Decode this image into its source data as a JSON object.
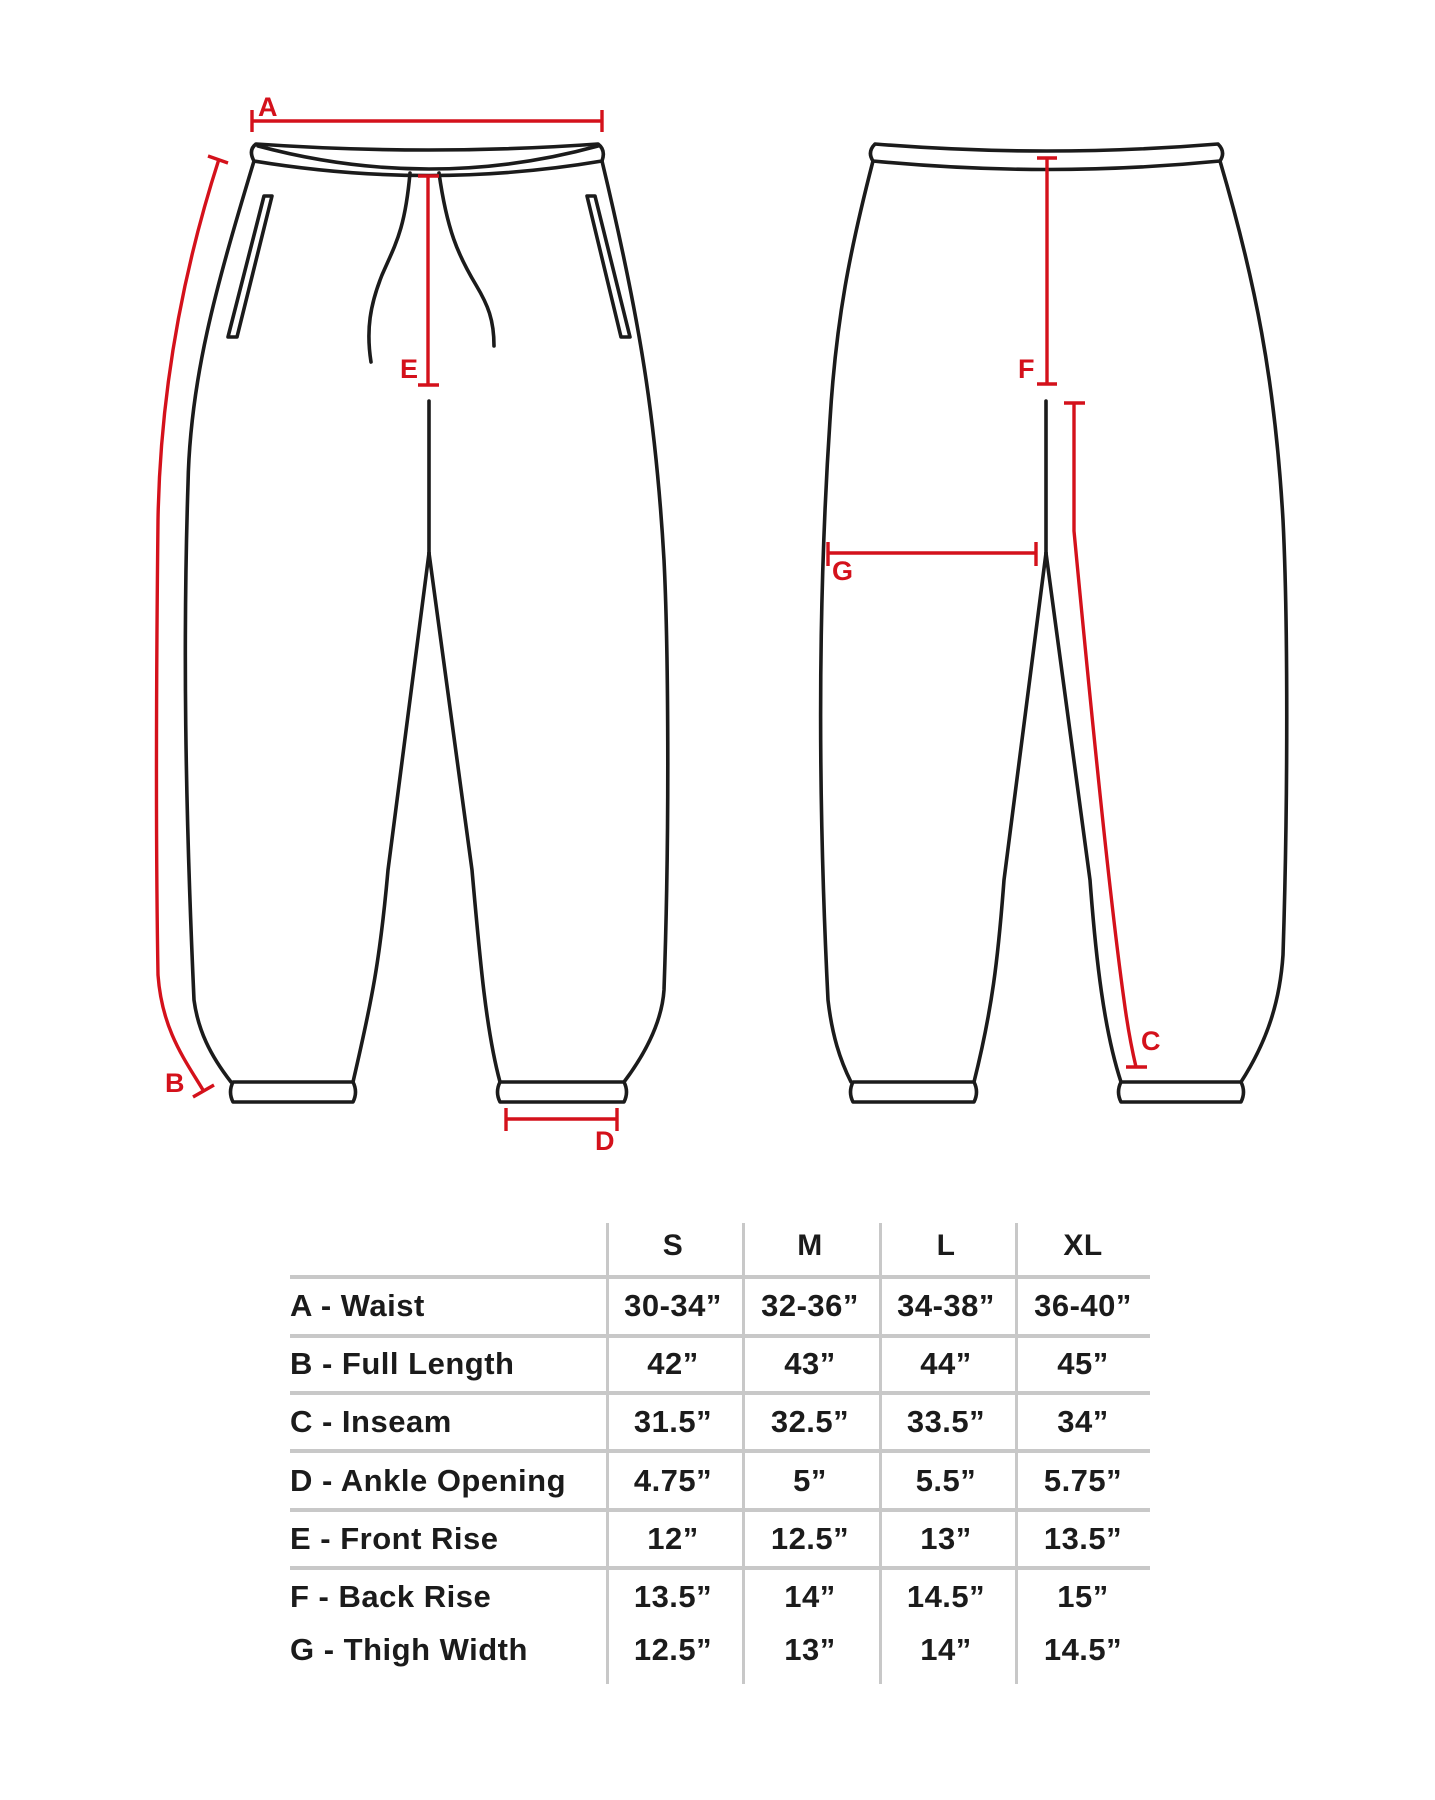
{
  "diagram": {
    "measure_color": "#d4111b",
    "outline_color": "#1b1b1b",
    "front_view_labels": {
      "A": "A",
      "B": "B",
      "D": "D",
      "E": "E"
    },
    "back_view_labels": {
      "C": "C",
      "F": "F",
      "G": "G"
    }
  },
  "table": {
    "columns": [
      "S",
      "M",
      "L",
      "XL"
    ],
    "rows": [
      {
        "label": "A - Waist",
        "values": [
          "30-34”",
          "32-36”",
          "34-38”",
          "36-40”"
        ]
      },
      {
        "label": "B - Full Length",
        "values": [
          "42”",
          "43”",
          "44”",
          "45”"
        ]
      },
      {
        "label": "C - Inseam",
        "values": [
          "31.5”",
          "32.5”",
          "33.5”",
          "34”"
        ]
      },
      {
        "label": "D - Ankle Opening",
        "values": [
          "4.75”",
          "5”",
          "5.5”",
          "5.75”"
        ]
      },
      {
        "label": "E - Front Rise",
        "values": [
          "12”",
          "12.5”",
          "13”",
          "13.5”"
        ]
      },
      {
        "label": "F - Back Rise",
        "values": [
          "13.5”",
          "14”",
          "14.5”",
          "15”"
        ]
      },
      {
        "label": "G - Thigh Width",
        "values": [
          "12.5”",
          "13”",
          "14”",
          "14.5”"
        ]
      }
    ]
  }
}
